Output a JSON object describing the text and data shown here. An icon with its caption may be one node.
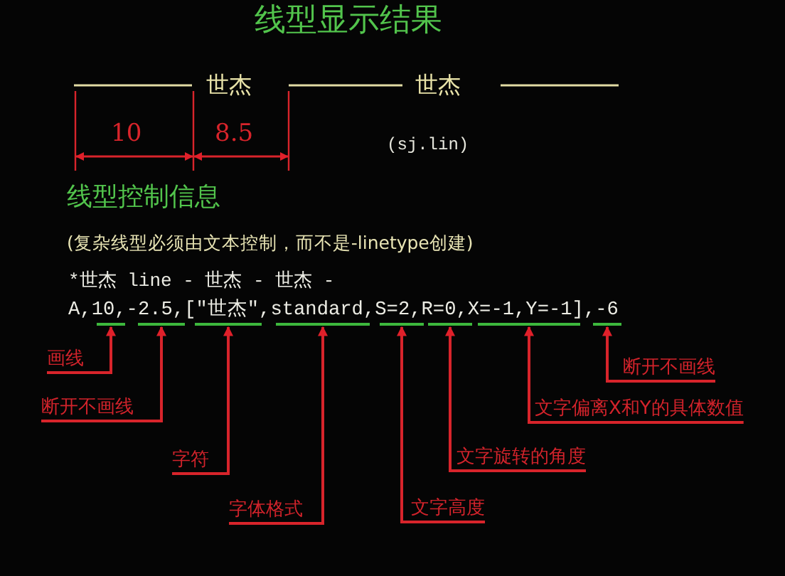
{
  "diagram": {
    "title": "线型显示结果",
    "nodes": [
      {
        "text": [],
        "shape": "bar"
      },
      {
        "text": [],
        "shape": "bar"
      },
      {
        "text": [],
        "shape": "bar"
      },
      {
        "text": [],
        "shape": "bar"
      },
      {
        "text": [],
        "shape": "bar"
      },
      {
        "text": [],
        "shape": "bar"
      },
      {
        "text": [],
        "shape": "bar"
      },
      {
        "text": [],
        "shape": "bar"
      },
      {
        "text": [
          "画线"
        ]
      },
      {
        "text": [
          "断开不画线"
        ]
      },
      {
        "text": [
          "字符"
        ]
      },
      {
        "text": [
          "字体格式"
        ]
      },
      {
        "text": [
          "文字高度"
        ]
      },
      {
        "text": [
          "文字旋转的角度"
        ]
      },
      {
        "text": [
          "文字偏离X和Y的具体数值"
        ]
      },
      {
        "text": [
          "断开不画线"
        ]
      }
    ],
    "edges": [
      {
        "from": 8,
        "to": 0,
        "arrow": "to"
      },
      {
        "from": 9,
        "to": 1,
        "arrow": "to"
      },
      {
        "from": 10,
        "to": 2,
        "arrow": "to"
      },
      {
        "from": 11,
        "to": 3,
        "arrow": "to"
      },
      {
        "from": 12,
        "to": 4,
        "arrow": "to"
      },
      {
        "from": 13,
        "to": 5,
        "arrow": "to"
      },
      {
        "from": 14,
        "to": 6,
        "arrow": "to"
      },
      {
        "from": 15,
        "to": 7,
        "arrow": "to"
      }
    ],
    "labels": [
      "世杰",
      "世杰",
      "10",
      "8.5",
      "(sj.lin)",
      "线型控制信息",
      "(复杂线型必须由文本控制，而不是-linetype创建)",
      "*世杰 line - 世杰 -  世杰 -",
      "A,10,-2.5,[\"世杰\",standard,S=2,R=0,X=-1,Y=-1],-6"
    ]
  }
}
